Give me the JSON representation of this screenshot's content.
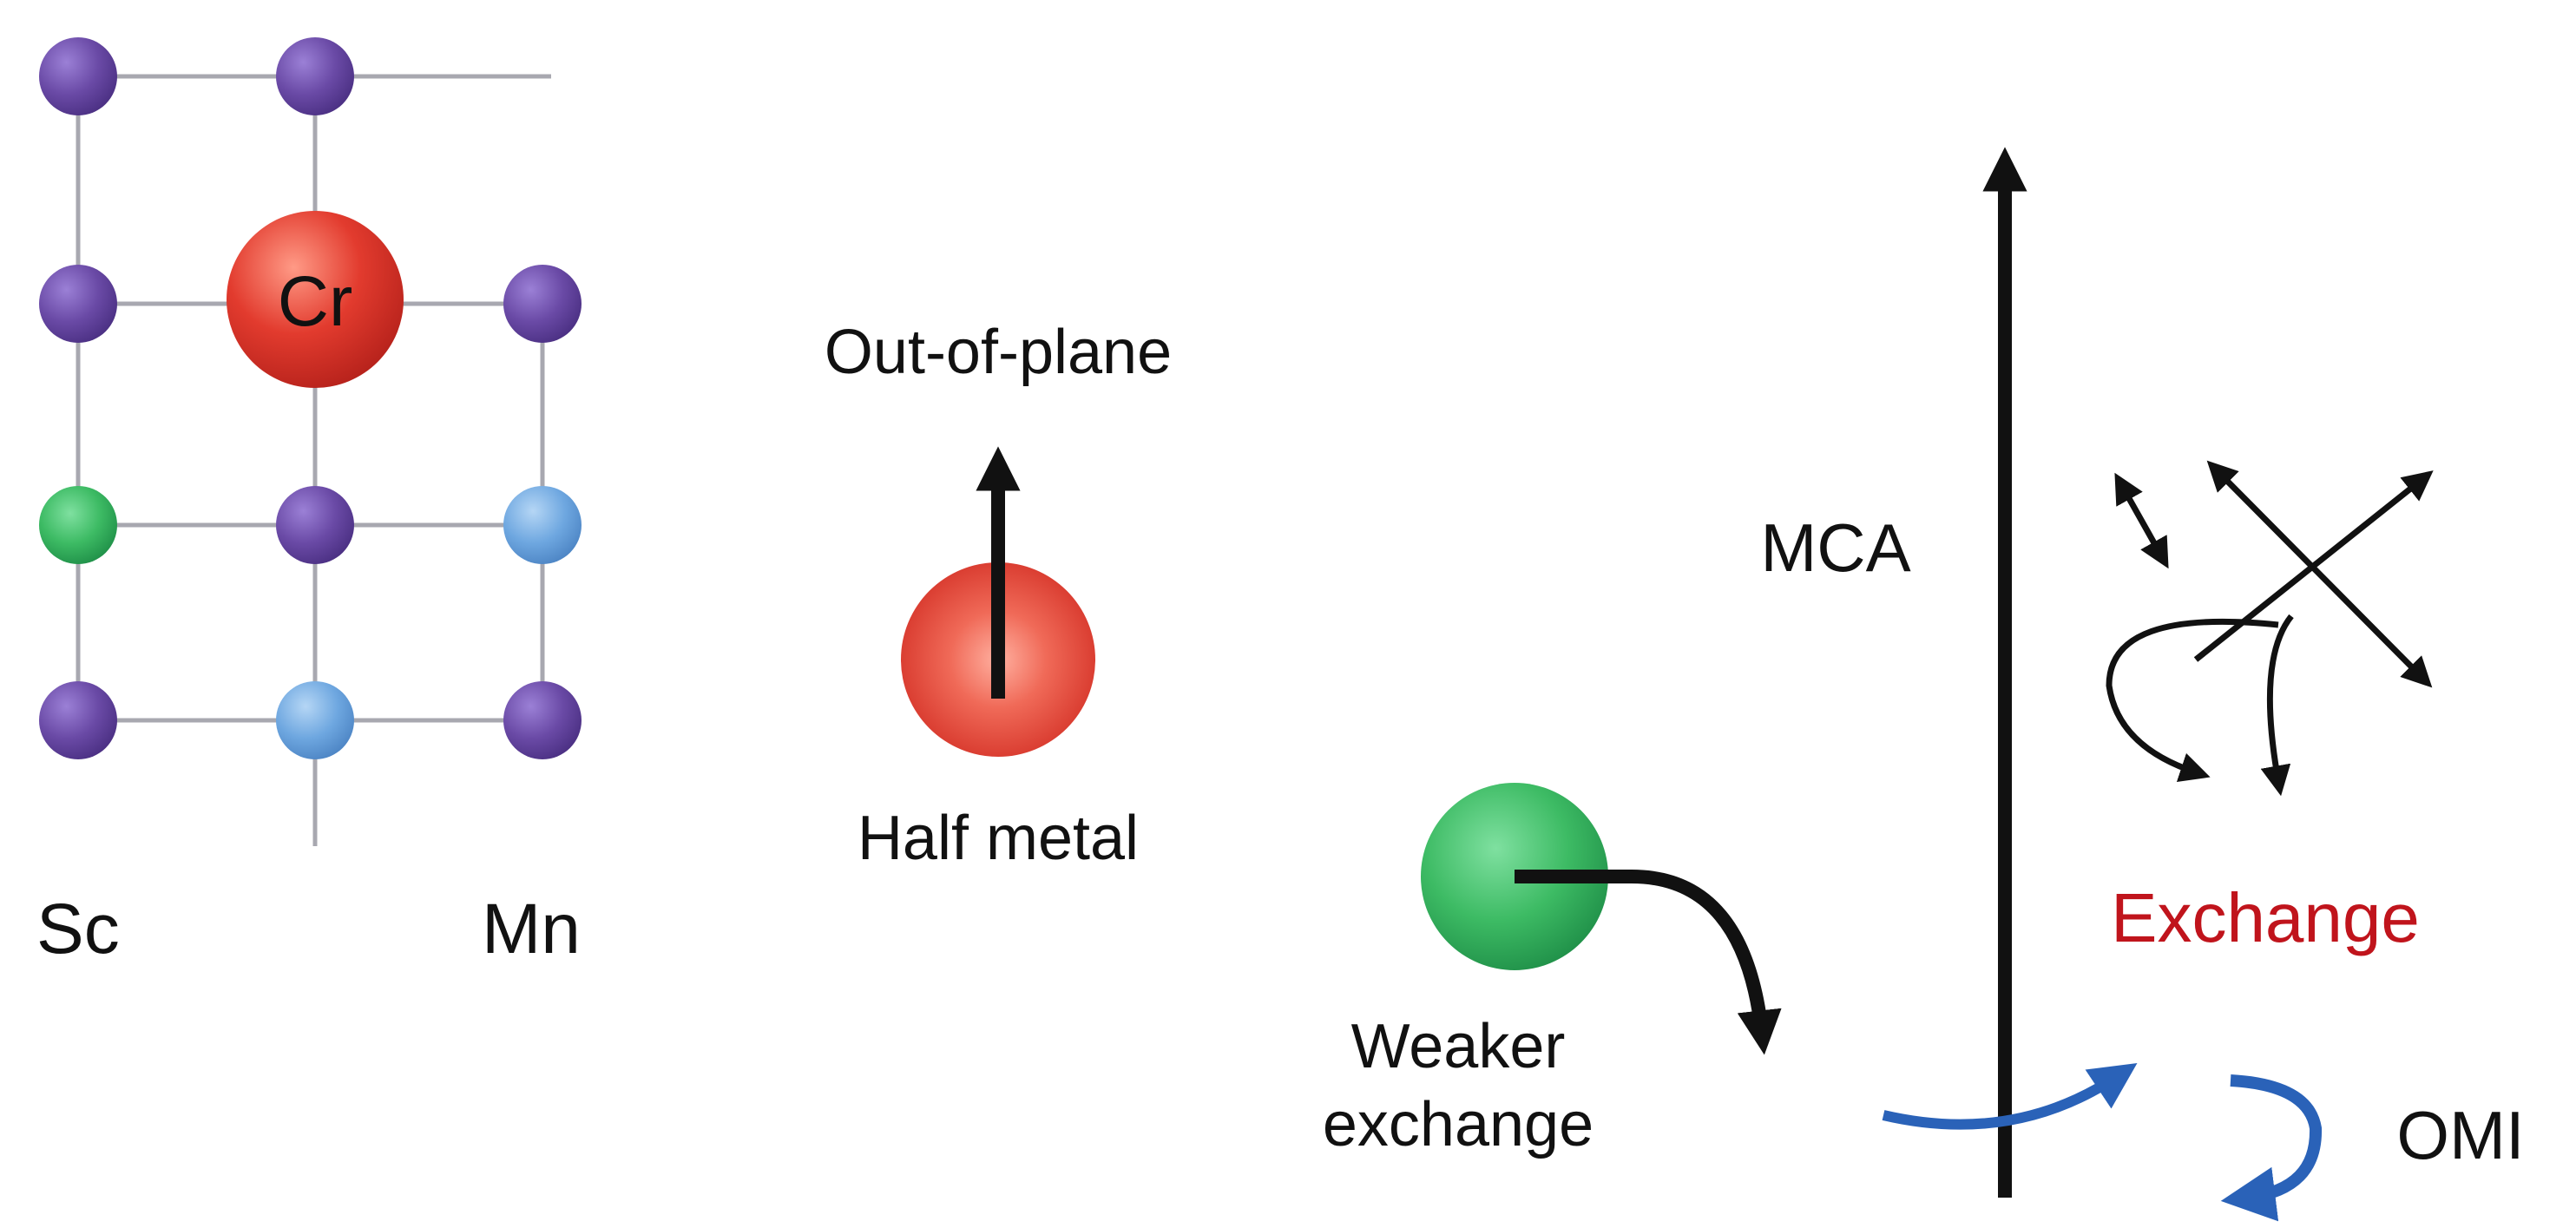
{
  "lattice": {
    "cr_symbol": "Cr",
    "left_label": "Sc",
    "right_label": "Mn"
  },
  "half_metal": {
    "direction_label": "Out-of-plane",
    "caption": "Half metal"
  },
  "weaker": {
    "caption_line1": "Weaker",
    "caption_line2": "exchange"
  },
  "axis": {
    "label": "MCA",
    "exchange_label": "Exchange",
    "omi_label": "OMI"
  },
  "colors": {
    "violet_atom": "#6a4aa6",
    "cr_atom": "#e23b2e",
    "sc_atom": "#3dbb64",
    "mn_atom": "#6ea7e0",
    "bond": "#a8a8b0",
    "exchange_text": "#c0141c",
    "blue_arrow": "#2a62b8",
    "ink": "#111111"
  }
}
